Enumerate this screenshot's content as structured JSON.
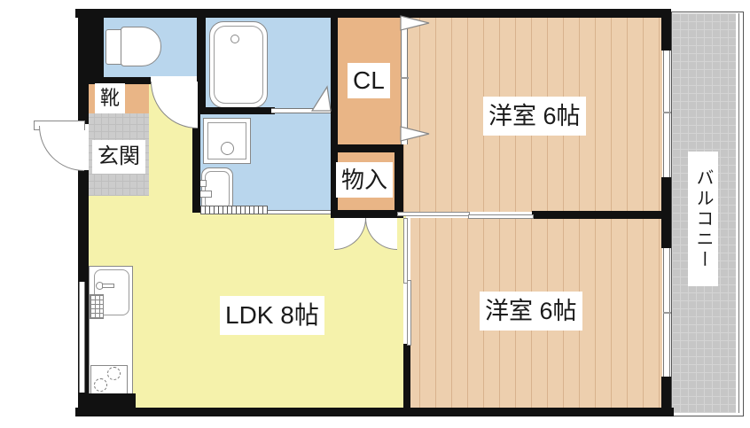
{
  "floorplan": {
    "labels": {
      "ldk": "LDK 8帖",
      "western_room_top": "洋室 6帖",
      "western_room_bottom": "洋室 6帖",
      "closet": "CL",
      "storage": "物入",
      "entrance": "玄関",
      "shoe_cabinet": "靴",
      "balcony": "バルコニー"
    },
    "colors": {
      "wall": "#111111",
      "ldk_floor": "#f5f2ab",
      "wet_floor": "#b9d6ed",
      "closet_floor": "#e9b586",
      "room_floor": "#edcfae",
      "plank_line": "#d8b28d",
      "entrance_tile": "#cccccc",
      "balcony_tile": "#c6c6c6",
      "label_bg": "#ffffff",
      "label_text": "#1a1a1a"
    }
  }
}
